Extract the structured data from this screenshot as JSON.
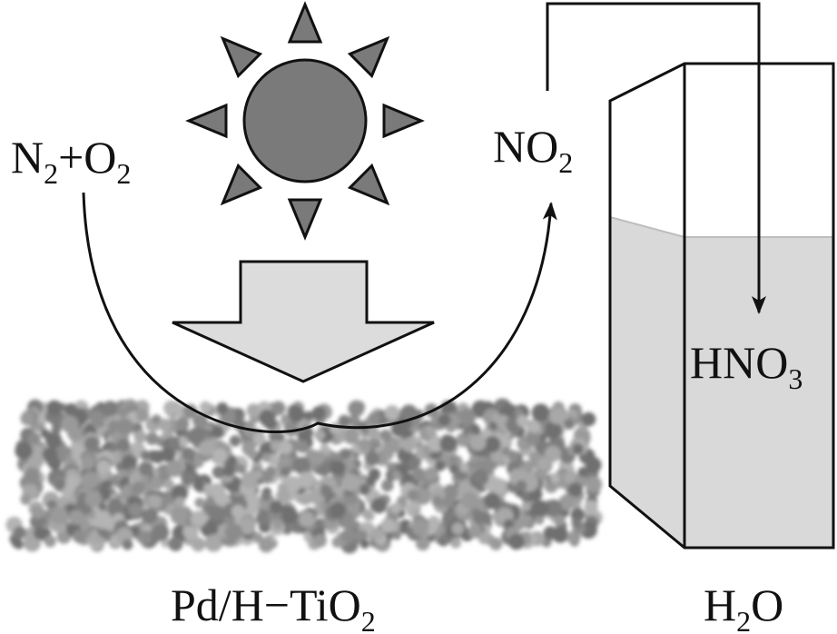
{
  "labels": {
    "reactants": {
      "main_a": "N",
      "sub_a": "2",
      "main_b": "+O",
      "sub_b": "2"
    },
    "product": {
      "main": "NO",
      "sub": "2"
    },
    "acid": {
      "main": "HNO",
      "sub": "3"
    },
    "catalyst": {
      "main": "Pd/H−TiO",
      "sub": "2"
    },
    "water": {
      "main_a": "H",
      "sub_a": "2",
      "main_b": "O"
    }
  },
  "colors": {
    "sun_fill": "#7a7a7a",
    "arrow_fill": "#dcdcdc",
    "water_fill": "#d9d9d9",
    "stroke": "#111111",
    "particle": "#8a8a8a"
  },
  "icons": {
    "sun": "sun-icon",
    "light_arrow": "down-arrow-icon",
    "catalyst_layer": "particle-layer-icon",
    "beaker": "beaker-icon"
  }
}
